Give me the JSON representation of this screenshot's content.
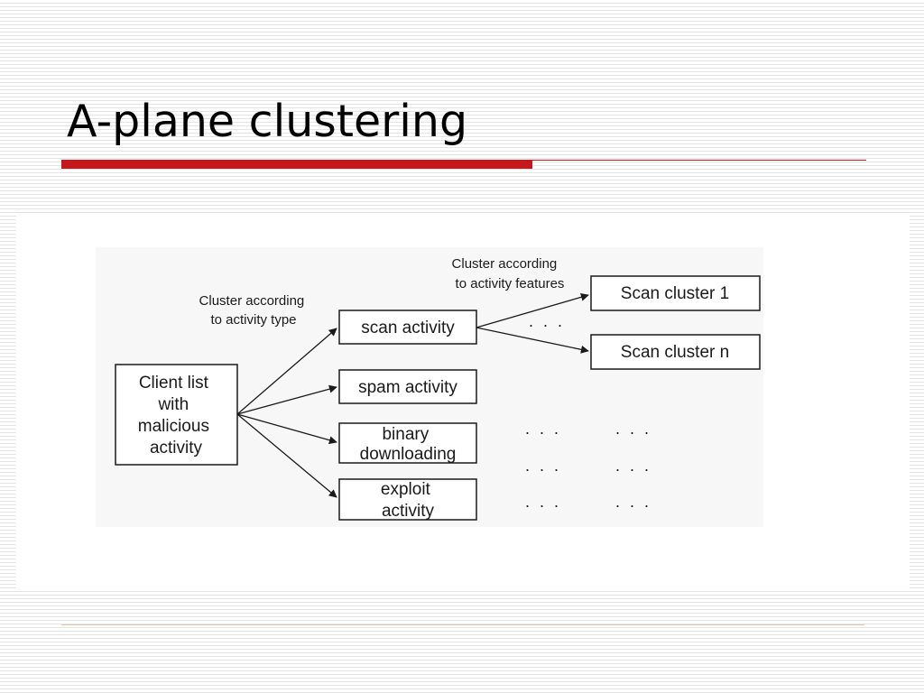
{
  "slide": {
    "title": "A-plane clustering"
  },
  "diagram": {
    "root": [
      "Client list",
      "with",
      "malicious",
      "activity"
    ],
    "type_caption": [
      "Cluster according",
      "to activity type"
    ],
    "feature_caption": [
      "Cluster according",
      "to activity features"
    ],
    "activities": [
      [
        "scan activity"
      ],
      [
        "spam activity"
      ],
      [
        "binary",
        "downloading"
      ],
      [
        "exploit",
        "activity"
      ]
    ],
    "scan_clusters": [
      "Scan cluster 1",
      "Scan cluster n"
    ],
    "ellipsis": ". . ."
  },
  "colors": {
    "title_rule": "#c8161d",
    "lines": "#1a1a1a"
  }
}
